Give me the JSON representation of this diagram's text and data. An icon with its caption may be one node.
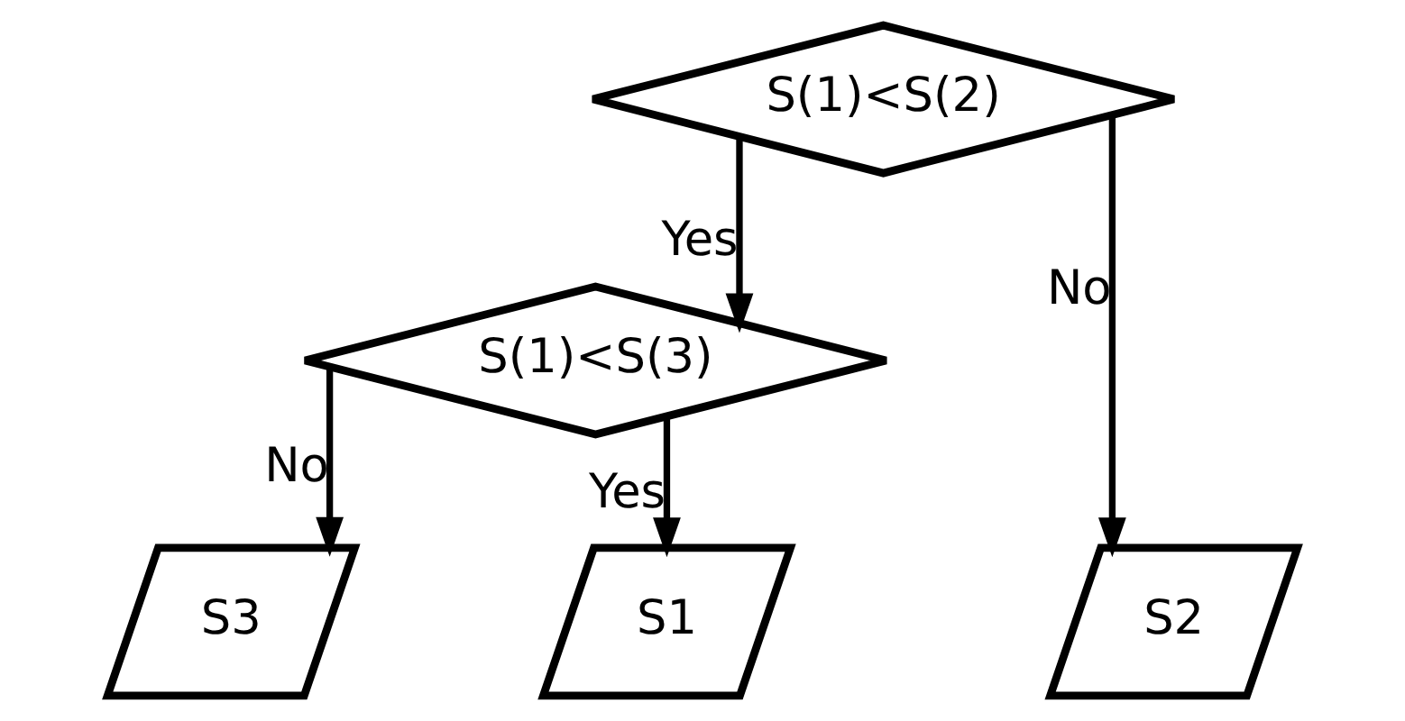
{
  "diagram": {
    "nodes": [
      {
        "text": [
          "S(1)<S(2)"
        ]
      },
      {
        "text": [
          "S(1)<S(3)"
        ]
      },
      {
        "text": [
          "S3"
        ]
      },
      {
        "text": [
          "S1"
        ]
      },
      {
        "text": [
          "S2"
        ]
      }
    ],
    "edges": [
      {
        "from": 0,
        "to": 1,
        "arrow": "to",
        "label": "Yes"
      },
      {
        "from": 0,
        "to": 4,
        "arrow": "to",
        "label": "No"
      },
      {
        "from": 1,
        "to": 2,
        "arrow": "to",
        "label": "No"
      },
      {
        "from": 1,
        "to": 3,
        "arrow": "to",
        "label": "Yes"
      }
    ]
  }
}
